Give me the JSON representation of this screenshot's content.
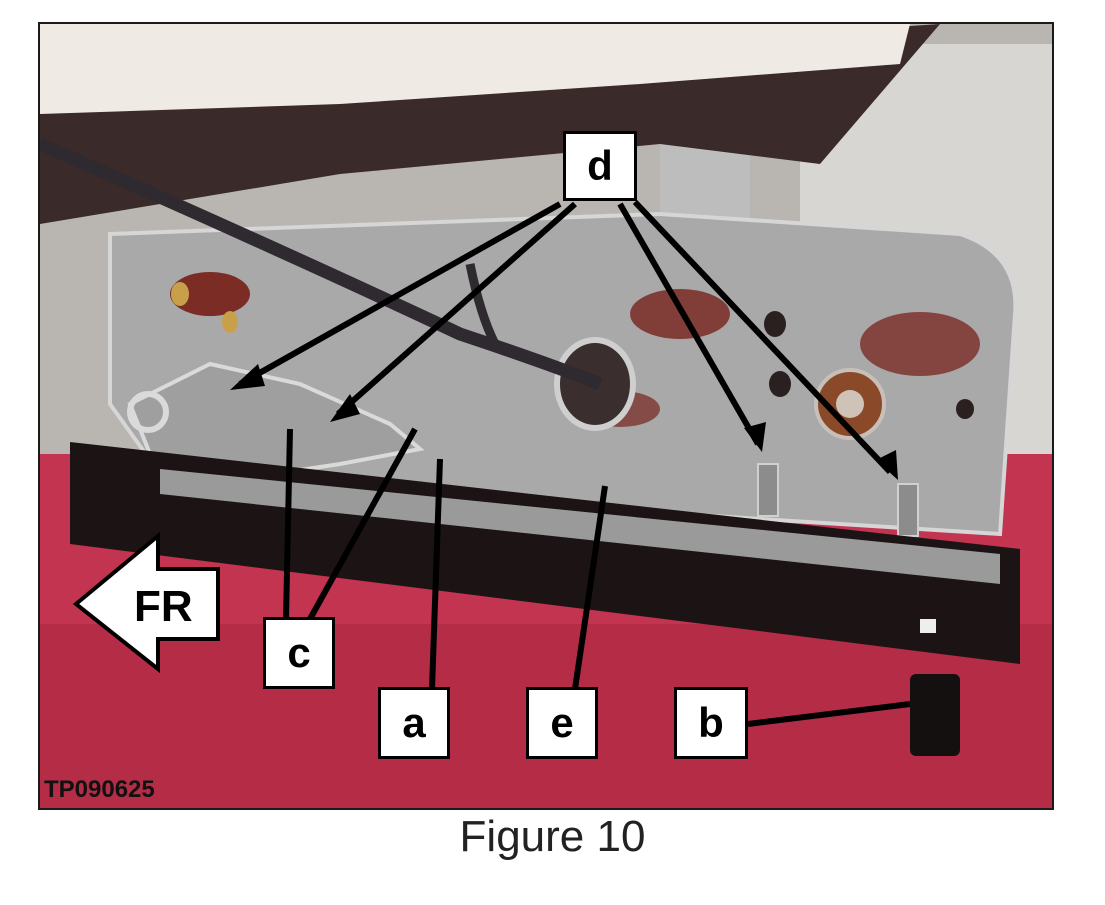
{
  "figure": {
    "caption": "Figure 10",
    "reference_code": "TP090625",
    "direction_label": "FR",
    "callouts": {
      "a": "a",
      "b": "b",
      "c": "c",
      "d": "d",
      "e": "e"
    },
    "colors": {
      "carpet": "#c2344f",
      "rail": "#1c1414",
      "bracket": "#a9a9a9",
      "rust": "#7a2c25",
      "foam": "#efeae4"
    }
  }
}
